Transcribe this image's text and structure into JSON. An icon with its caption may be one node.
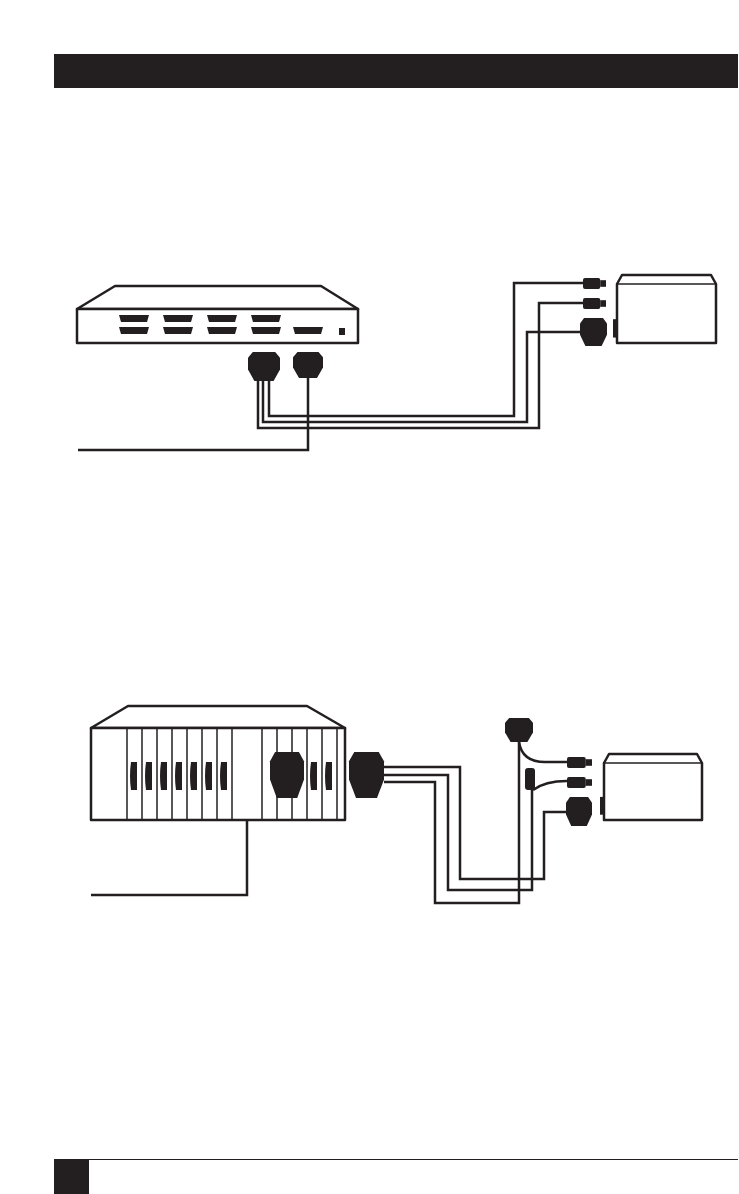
{
  "diagram": {
    "nodes": [
      {
        "text": [],
        "shape": "box"
      },
      {
        "text": [],
        "shape": "box"
      },
      {
        "text": [],
        "shape": "box"
      },
      {
        "text": [],
        "shape": "box"
      },
      {
        "text": [],
        "shape": "box"
      },
      {
        "text": [],
        "shape": "box"
      },
      {
        "text": [],
        "shape": "box"
      },
      {
        "text": [],
        "shape": "box"
      },
      {
        "text": [],
        "shape": "box",
        "in": 7
      },
      {
        "text": [],
        "shape": "box"
      },
      {
        "text": [],
        "shape": "box"
      },
      {
        "text": [],
        "shape": "box"
      },
      {
        "text": [],
        "shape": "box"
      },
      {
        "text": [],
        "shape": "box"
      },
      {
        "text": [],
        "shape": "box"
      },
      {
        "text": [],
        "shape": "box"
      }
    ],
    "edges": [
      {
        "from": 1,
        "to": 3,
        "arrow": "none"
      },
      {
        "from": 1,
        "to": 4,
        "arrow": "none"
      },
      {
        "from": 1,
        "to": 5,
        "arrow": "none"
      },
      {
        "from": 2,
        "to": null,
        "arrow": "none"
      },
      {
        "from": 8,
        "to": null,
        "arrow": "none"
      },
      {
        "from": 9,
        "to": 14,
        "arrow": "none"
      },
      {
        "from": 9,
        "to": 11,
        "arrow": "none"
      },
      {
        "from": 9,
        "to": 10,
        "arrow": "none"
      },
      {
        "from": 10,
        "to": 12,
        "arrow": "none"
      },
      {
        "from": 11,
        "to": 13,
        "arrow": "none"
      }
    ]
  }
}
